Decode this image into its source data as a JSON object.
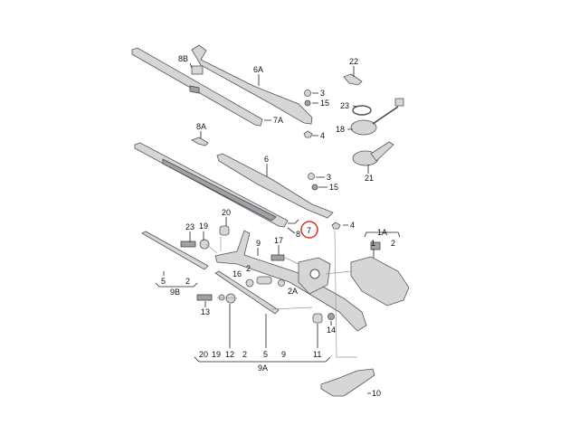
{
  "diagram": {
    "title_labels": {
      "l8B": "8B",
      "l6A": "6A",
      "l3a": "3",
      "l15a": "15",
      "l7A": "7A",
      "l4a": "4",
      "l22": "22",
      "l23a": "23",
      "l18": "18",
      "l21": "21",
      "l8A": "8A",
      "l6": "6",
      "l3b": "3",
      "l15b": "15",
      "l4b": "4",
      "l7": "7",
      "l8": "8",
      "l20": "20",
      "l23b": "23",
      "l19": "19",
      "l9": "9",
      "l17": "17",
      "l1A": "1A",
      "l1": "1",
      "l2a": "2",
      "l2b": "2",
      "l16": "16",
      "l2A": "2A",
      "l5a": "5",
      "l2c": "2",
      "l9B": "9B",
      "l13": "13",
      "l14": "14",
      "b20": "20",
      "b19": "19",
      "b12": "12",
      "b2": "2",
      "b5": "5",
      "b9": "9",
      "b11": "11",
      "l9A": "9A",
      "l10": "10"
    },
    "highlight_color": "#d2332a"
  }
}
